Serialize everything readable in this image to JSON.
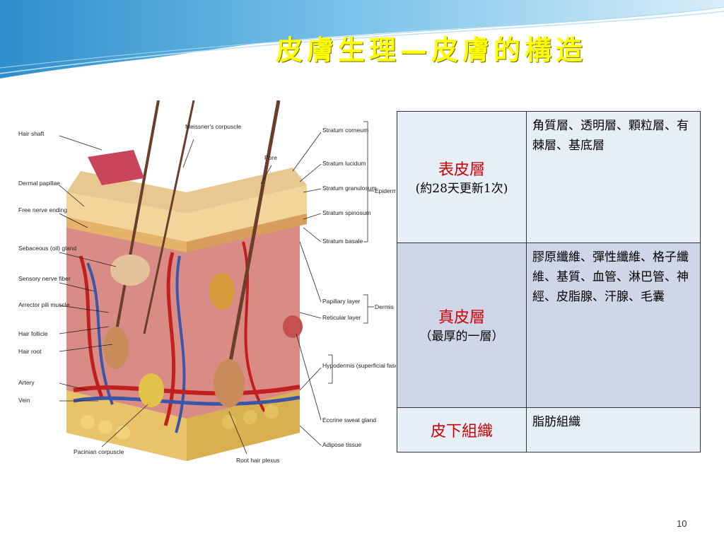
{
  "slide": {
    "title": "皮膚生理—皮膚的構造",
    "page_number": "10"
  },
  "figure": {
    "labels_left": [
      "Hair shaft",
      "Dermal papillae",
      "Free nerve ending",
      "Sebaceous (oil) gland",
      "Sensory nerve fiber",
      "Arrector pili muscle",
      "Hair follicle",
      "Hair root",
      "Artery",
      "Vein",
      "Pacinian corpuscle"
    ],
    "labels_top": [
      "Meissner's corpuscle",
      "Pore"
    ],
    "labels_right": [
      "Stratum corneum",
      "Stratum lucidum",
      "Stratum granulosum",
      "Stratum spinosum",
      "Stratum basale",
      "Papillary layer",
      "Reticular layer",
      "Hypodermis (superficial fascia)",
      "Eccrine sweat gland",
      "Adipose tissue"
    ],
    "labels_bottom": [
      "Root hair plexus"
    ],
    "brackets": [
      "Epidermis",
      "Dermis"
    ]
  },
  "table": {
    "rows": [
      {
        "name": "表皮層",
        "note": "(約28天更新1次)",
        "desc": "角質層、透明層、顆粒層、有棘層、基底層"
      },
      {
        "name": "真皮層",
        "note": "（最厚的一層）",
        "desc": "膠原纖維、彈性纖維、格子纖維、基質、血管、淋巴管、神經、皮脂腺、汗腺、毛囊"
      },
      {
        "name": "皮下組織",
        "note": "",
        "desc": "脂肪組織"
      }
    ]
  },
  "colors": {
    "title": "#ffff00",
    "layer_name": "#cc0000",
    "header_wave": "#4fa3d6"
  }
}
